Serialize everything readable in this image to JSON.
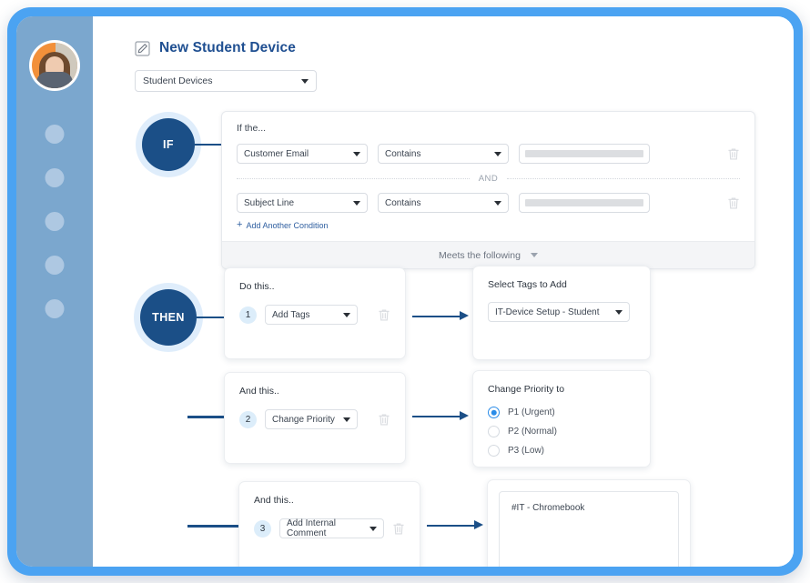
{
  "frame": {
    "border_color": "#4BA3F2",
    "sidebar_color": "#7BA7CE"
  },
  "sidebar": {
    "avatar_name": "avatar",
    "nav_dots": [
      {
        "name": "nav-dot-1"
      },
      {
        "name": "nav-dot-2"
      },
      {
        "name": "nav-dot-3"
      },
      {
        "name": "nav-dot-4"
      },
      {
        "name": "nav-dot-5"
      }
    ]
  },
  "header": {
    "edit_icon": "edit-pencil-icon",
    "title": "New Student Device",
    "title_color": "#1F4F91",
    "scope_select": {
      "value": "Student Devices",
      "caret": "chevron-down-icon"
    }
  },
  "if_stage": {
    "badge_label": "IF",
    "badge_color": "#1B4F87",
    "prompt": "If the...",
    "conditions": [
      {
        "attribute": "Customer Email",
        "operator": "Contains",
        "value": "",
        "delete_icon": "trash-icon"
      },
      {
        "attribute": "Subject Line",
        "operator": "Contains",
        "value": "",
        "delete_icon": "trash-icon"
      }
    ],
    "join_operator": "AND",
    "add_condition_label": "Add Another Condition",
    "add_condition_plus": "+",
    "footer_label": "Meets the following"
  },
  "then_stage": {
    "badge_label": "THEN",
    "badge_color": "#1B4F87",
    "actions": [
      {
        "title": "Do this..",
        "number": "1",
        "action": "Add Tags",
        "delete_icon": "trash-icon",
        "panel": {
          "title": "Select Tags to Add",
          "type": "select",
          "value": "IT-Device Setup - Student"
        }
      },
      {
        "title": "And this..",
        "number": "2",
        "action": "Change Priority",
        "delete_icon": "trash-icon",
        "panel": {
          "title": "Change Priority to",
          "type": "radio",
          "options": [
            {
              "label": "P1 (Urgent)",
              "selected": true
            },
            {
              "label": "P2 (Normal)",
              "selected": false
            },
            {
              "label": "P3 (Low)",
              "selected": false
            }
          ],
          "accent": "#2B8CE8"
        }
      },
      {
        "title": "And this..",
        "number": "3",
        "action": "Add Internal Comment",
        "delete_icon": "trash-icon",
        "panel": {
          "title": "",
          "type": "textarea",
          "value": "#IT - Chromebook"
        }
      }
    ]
  }
}
